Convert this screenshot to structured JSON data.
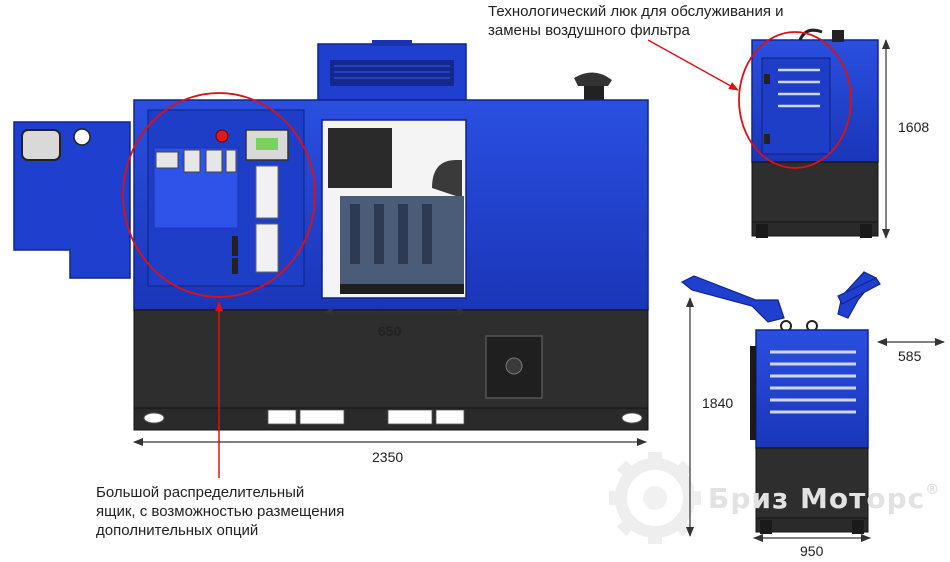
{
  "annotations": {
    "service_hatch": {
      "line1": "Технологический люк для обслуживания и",
      "line2": "замены воздушного фильтра"
    },
    "distribution_box": {
      "line1": "Большой распределительный",
      "line2": "ящик, с возможностью размещения",
      "line3": "дополнительных опций"
    }
  },
  "dimensions": {
    "front_length": "2350",
    "engine_opening": "650",
    "side_height": "1608",
    "rear_height": "1840",
    "rear_door": "585",
    "rear_width": "950"
  },
  "watermark": {
    "text": "Бриз Моторс",
    "mark": "®"
  },
  "colors": {
    "body_blue": "#1c3fd0",
    "base_dark": "#2e2e2e",
    "callout_red": "#e01010"
  }
}
